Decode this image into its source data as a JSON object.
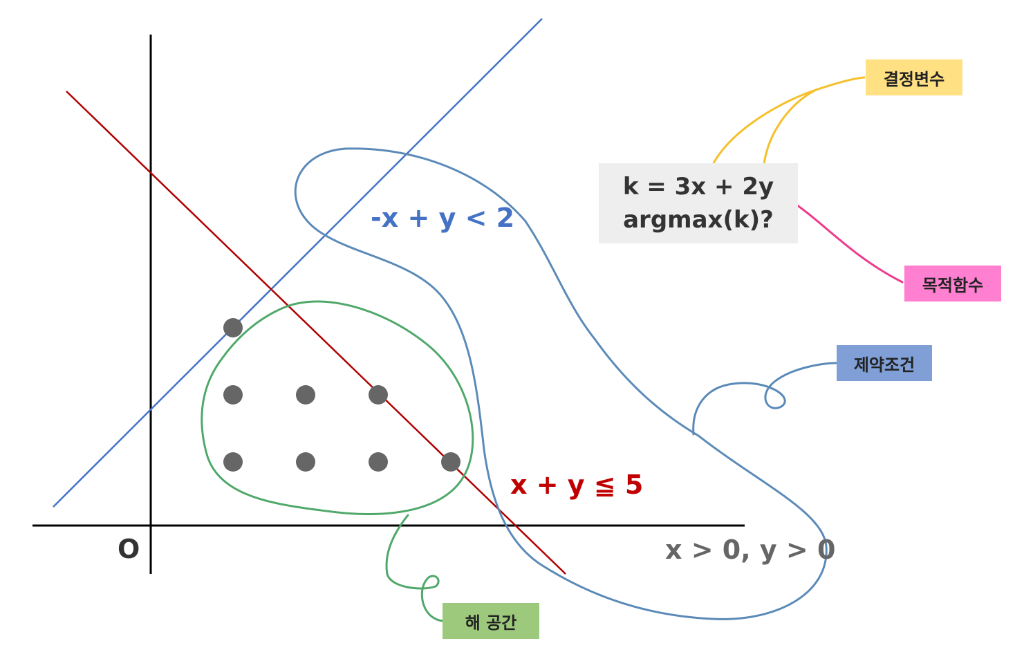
{
  "diagram": {
    "origin_label": "O",
    "constraints": {
      "line1": {
        "text": "-x + y < 2",
        "color": "#4472c4"
      },
      "line2": {
        "text": "x + y ≦ 5",
        "color": "#c00000"
      },
      "nonneg": {
        "text": "x > 0, y > 0",
        "color": "#666666"
      }
    },
    "objective": {
      "line1": "k = 3x + 2y",
      "line2": "argmax(k)?"
    },
    "tags": {
      "decision_variables": {
        "text": "결정변수",
        "color": "#ffe083"
      },
      "objective_function": {
        "text": "목적함수",
        "color": "#ff7fd0"
      },
      "constraints": {
        "text": "제약조건",
        "color": "#7f9fd6"
      },
      "solution_space": {
        "text": "해 공간",
        "color": "#9dc97d"
      }
    },
    "feasible_points": [
      [
        1,
        3
      ],
      [
        1,
        2
      ],
      [
        2,
        2
      ],
      [
        3,
        2
      ],
      [
        1,
        1
      ],
      [
        2,
        1
      ],
      [
        3,
        1
      ],
      [
        4,
        1
      ]
    ],
    "point_color": "#666666",
    "axis_color": "#000000"
  }
}
